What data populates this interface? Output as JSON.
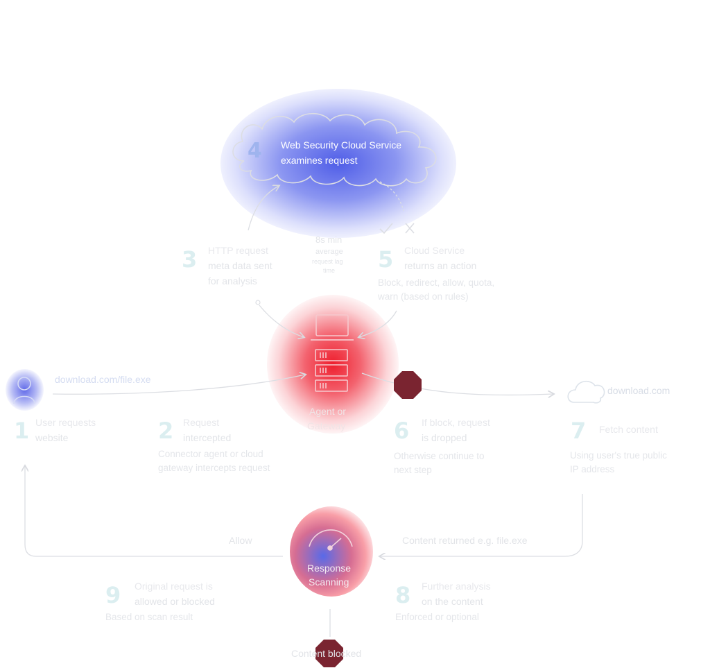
{
  "cloud": {
    "step": "4",
    "line1": "Web Security Cloud Service",
    "line2": "examines request"
  },
  "to_cloud_note": {
    "line1": "8s min",
    "line2": "average",
    "line3": "request lag",
    "line4": "time"
  },
  "steps": {
    "s1": {
      "num": "1",
      "title1": "User requests",
      "title2": "website"
    },
    "s2": {
      "num": "2",
      "title1": "Request",
      "title2": "intercepted",
      "sub1": "Connector agent or cloud",
      "sub2": "gateway intercepts request"
    },
    "s3": {
      "num": "3",
      "title1": "HTTP request",
      "title2": "meta data sent",
      "title3": "for analysis"
    },
    "s5": {
      "num": "5",
      "title1": "Cloud Service",
      "title2": "returns an action",
      "sub1": "Block, redirect, allow, quota,",
      "sub2": "warn (based on rules)"
    },
    "s6": {
      "num": "6",
      "title1": "If block, request",
      "title2": "is dropped",
      "sub1": "Otherwise continue to",
      "sub2": "next step"
    },
    "s7": {
      "num": "7",
      "title1": "Fetch content",
      "sub1": "Using user's true public",
      "sub2": "IP address"
    },
    "s8": {
      "num": "8",
      "title1": "Further analysis",
      "title2": "on the content",
      "sub1": "Enforced or optional"
    },
    "s9": {
      "num": "9",
      "title1": "Original request is",
      "title2": "allowed or blocked",
      "sub1": "Based on scan result"
    }
  },
  "labels": {
    "url": "download.com/file.exe",
    "dest": "download.com",
    "agent1": "Agent or",
    "agent2": "Gateway",
    "allow": "Allow",
    "content_returned": "Content returned e.g. file.exe",
    "response1": "Response",
    "response2": "Scanning",
    "blocked": "Content blocked"
  },
  "colors": {
    "cloud_glow": "#5b6be8",
    "agent_glow": "#ee2233",
    "stop_sign": "#7a2430",
    "step_number": "#dbeef0"
  },
  "icons": [
    "user-icon",
    "cloud-icon",
    "laptop-icon",
    "server-icon",
    "gauge-icon",
    "stop-sign-icon",
    "check-icon",
    "x-icon"
  ]
}
